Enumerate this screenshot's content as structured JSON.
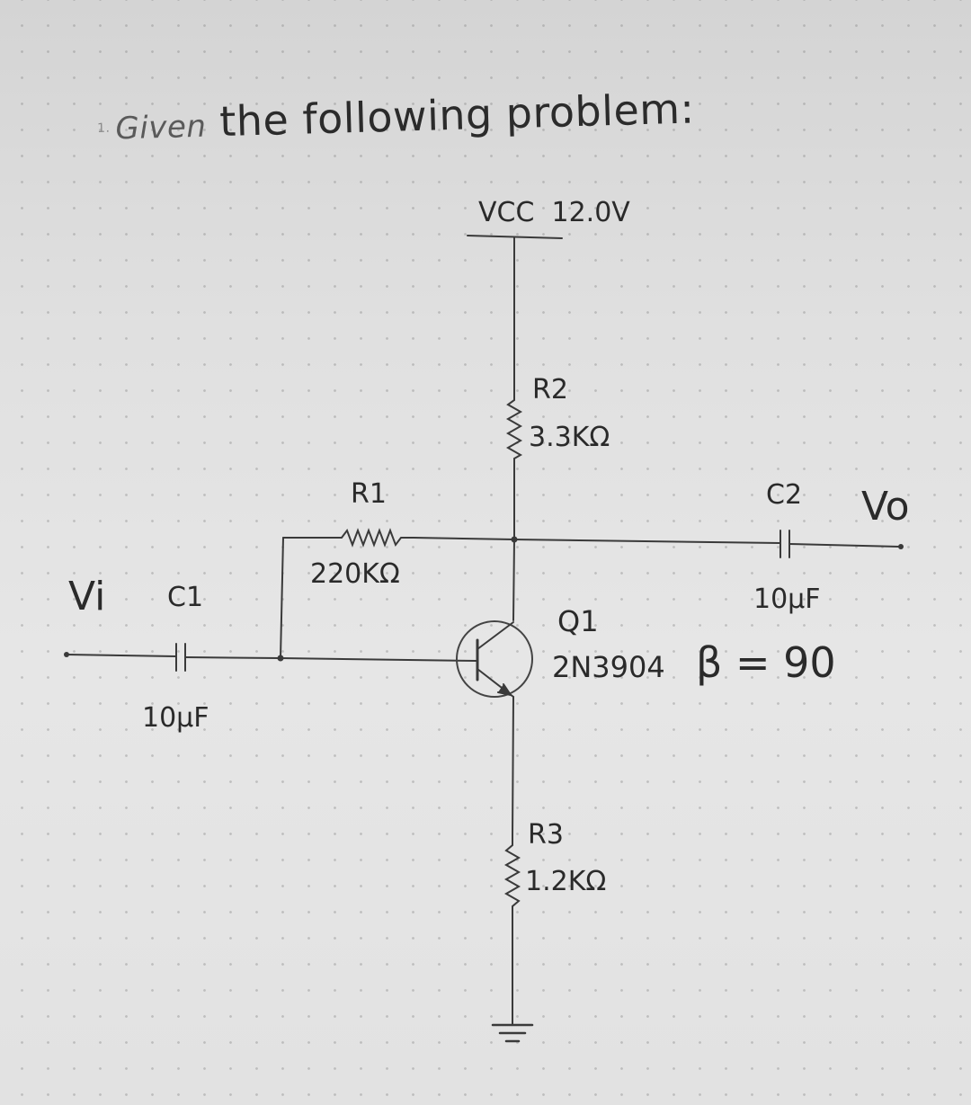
{
  "heading": {
    "number": "1.",
    "lead": "Given",
    "rest": " the following problem:"
  },
  "circuit": {
    "vcc": "VCC  12.0V",
    "r1": {
      "name": "R1",
      "value": "220KΩ"
    },
    "r2": {
      "name": "R2",
      "value": "3.3KΩ"
    },
    "r3": {
      "name": "R3",
      "value": "1.2KΩ"
    },
    "c1": {
      "name": "C1",
      "value": "10µF"
    },
    "c2": {
      "name": "C2",
      "value": "10µF"
    },
    "q1": {
      "name": "Q1",
      "part": "2N3904",
      "beta": "β = 90"
    },
    "input": "Vi",
    "output": "Vo"
  }
}
